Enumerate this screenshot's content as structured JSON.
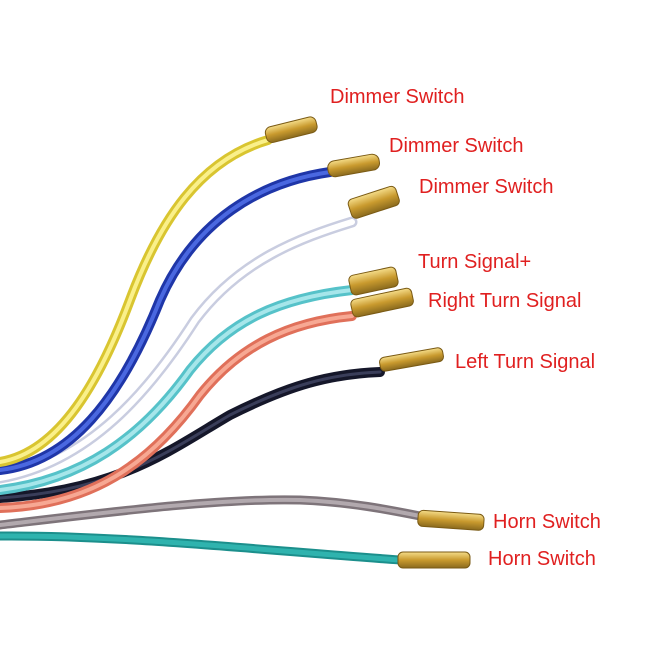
{
  "labels": {
    "dimmer_1": "Dimmer Switch",
    "dimmer_2": "Dimmer Switch",
    "dimmer_3": "Dimmer Switch",
    "turn_signal_plus": "Turn Signal+",
    "right_turn": "Right Turn Signal",
    "left_turn": "Left Turn Signal",
    "horn_1": "Horn Switch",
    "horn_2": "Horn Switch"
  },
  "colors": {
    "label_text": "#e02020",
    "yellow_wire": "#f2e34a",
    "blue_wire": "#2f4bd0",
    "white_wire": "#f0f2fa",
    "cyan_wire": "#7fd8de",
    "salmon_wire": "#f08d75",
    "black_wire": "#23263a",
    "gray_wire": "#9a9097",
    "teal_wire": "#2aa7a3",
    "terminal": "#d7b04e"
  }
}
